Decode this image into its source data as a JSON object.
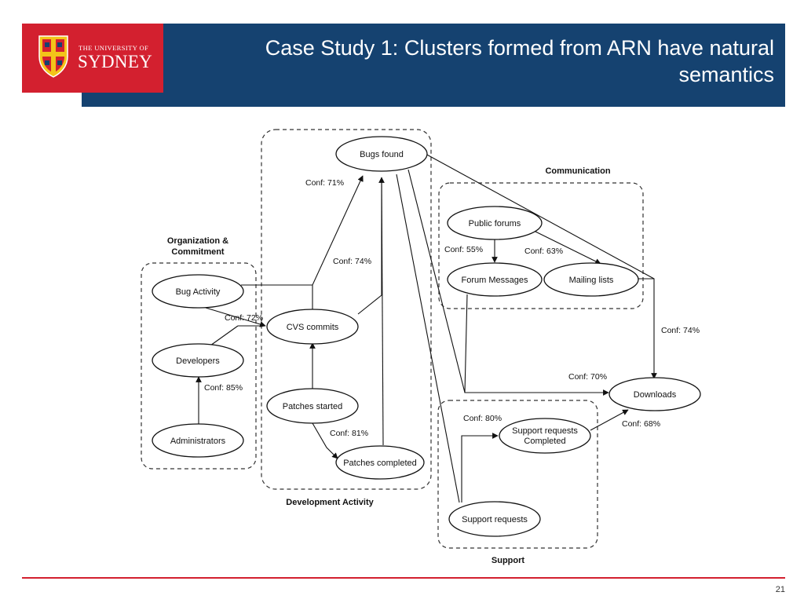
{
  "header": {
    "university_line1": "THE UNIVERSITY OF",
    "university_line2": "SYDNEY",
    "title": "Case Study 1: Clusters formed from ARN have natural semantics"
  },
  "colors": {
    "header_blue": "#154270",
    "logo_red": "#d3202f",
    "footer_red": "#d3202f"
  },
  "diagram": {
    "groups": {
      "organization": [
        "Organization &",
        "Commitment"
      ],
      "development": "Development Activity",
      "communication": "Communication",
      "support": "Support"
    },
    "nodes": {
      "bugs_found": "Bugs found",
      "bug_activity": "Bug Activity",
      "developers": "Developers",
      "administrators": "Administrators",
      "cvs_commits": "CVS commits",
      "patches_started": "Patches started",
      "patches_completed": "Patches completed",
      "public_forums": "Public forums",
      "forum_messages": "Forum Messages",
      "mailing_lists": "Mailing lists",
      "downloads": "Downloads",
      "support_requests_completed": [
        "Support requests",
        "Completed"
      ],
      "support_requests": "Support requests"
    },
    "confidences": {
      "to_bugs_found": "Conf: 71%",
      "cvs_to_bugs": "Conf: 74%",
      "to_cvs_commits": "Conf: 72%",
      "admin_to_developers": "Conf: 85%",
      "patches_completed": "Conf: 81%",
      "forum_messages": "Conf: 55%",
      "mailing_lists": "Conf: 63%",
      "to_downloads_74": "Conf: 74%",
      "to_downloads_70": "Conf: 70%",
      "support_completed": "Conf: 80%",
      "support_to_downloads": "Conf: 68%"
    }
  },
  "footer": {
    "page_number": "21"
  }
}
